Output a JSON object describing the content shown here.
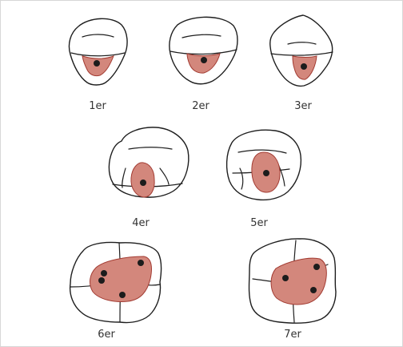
{
  "labels": {
    "t1": "1er",
    "t2": "2er",
    "t3": "3er",
    "t4": "4er",
    "t5": "5er",
    "t6": "6er",
    "t7": "7er"
  },
  "colors": {
    "area_fill": "#d3877c",
    "area_stroke": "#a33c33",
    "dot": "#1c1c1c",
    "outline": "#1e1e1e"
  }
}
